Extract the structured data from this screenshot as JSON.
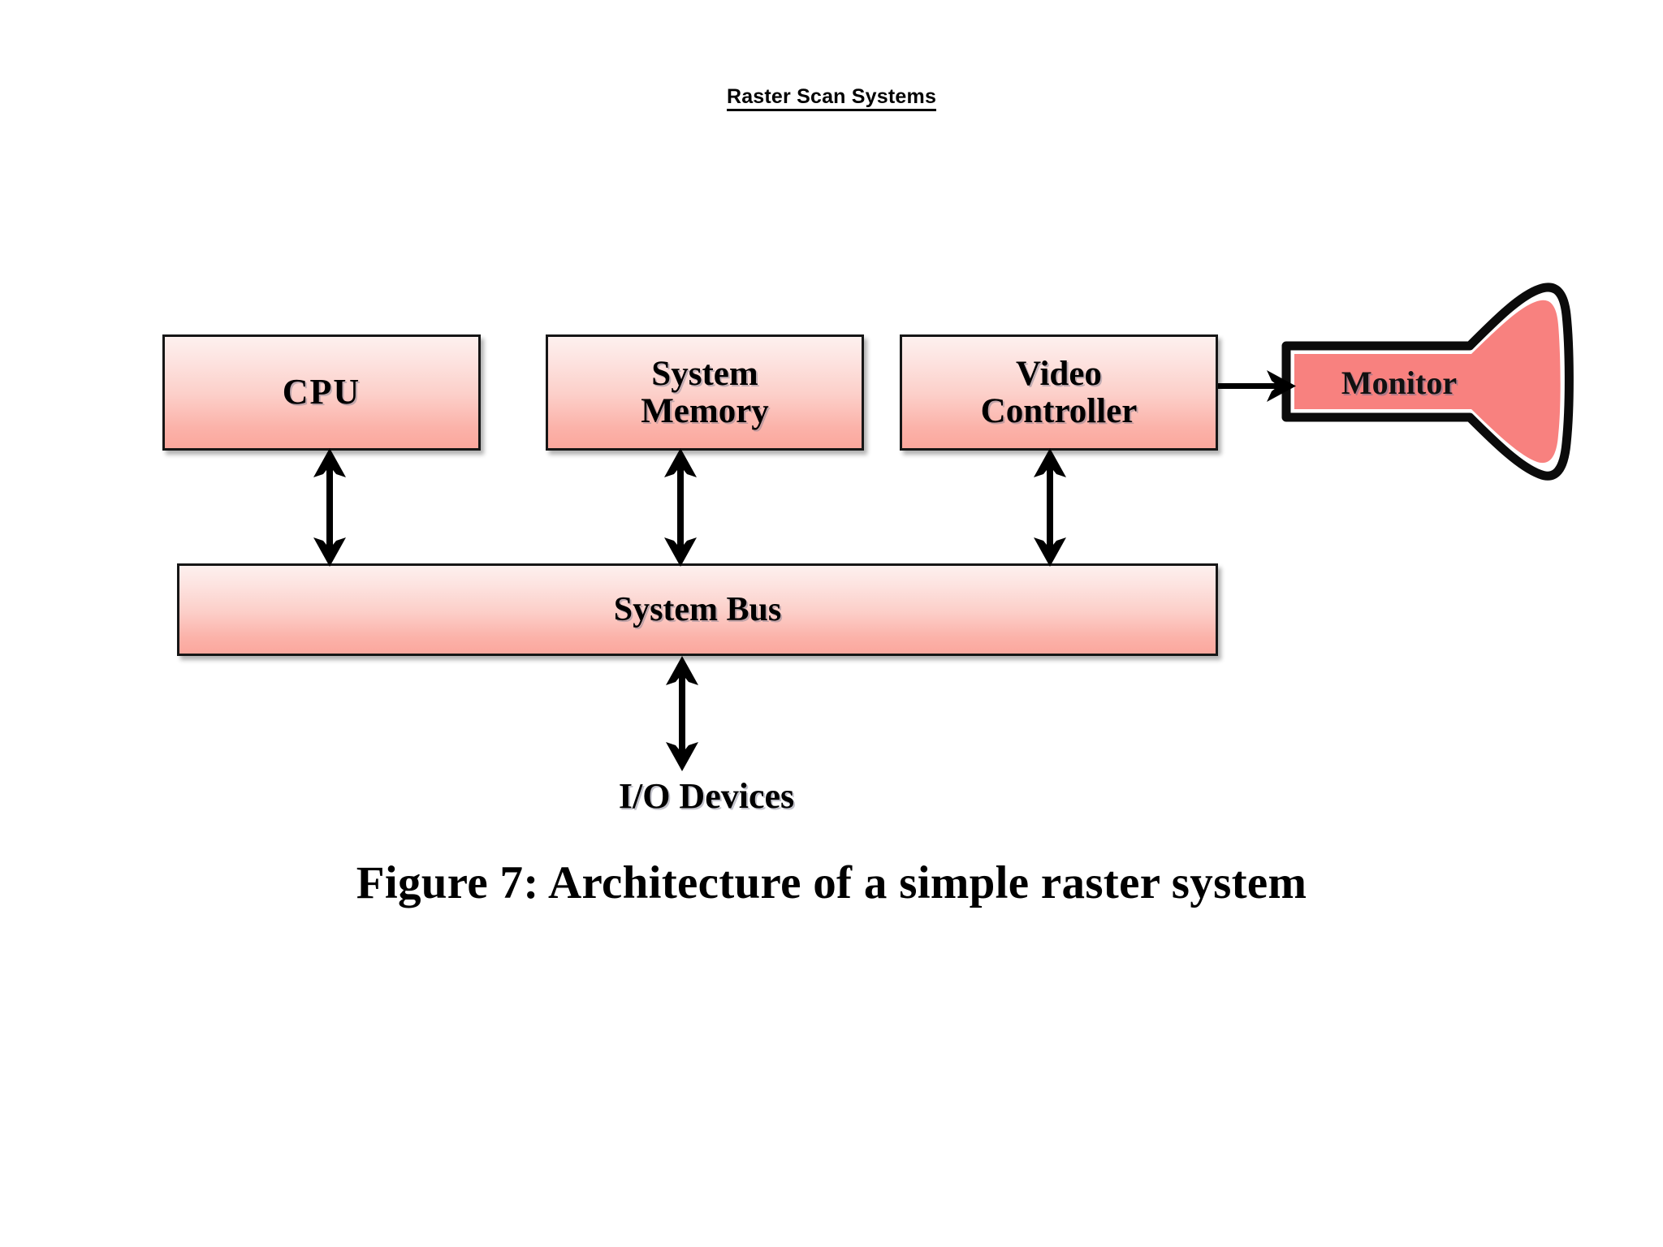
{
  "page": {
    "title": "Raster Scan Systems ",
    "background_color": "#ffffff"
  },
  "diagram": {
    "type": "block-diagram",
    "caption": "Figure 7: Architecture of a simple raster system",
    "palette": {
      "box_fill_top": "#fdf0ee",
      "box_fill_bottom": "#fba79d",
      "box_border": "#161616",
      "monitor_fill": "#f8817f",
      "monitor_outline": "#000000",
      "text_color": "#000000"
    },
    "nodes": [
      {
        "id": "cpu",
        "label": "CPU",
        "shape": "rectangle"
      },
      {
        "id": "system_memory",
        "label": "System\nMemory",
        "shape": "rectangle"
      },
      {
        "id": "video_controller",
        "label": "Video\nController",
        "shape": "rectangle"
      },
      {
        "id": "system_bus",
        "label": "System Bus",
        "shape": "rectangle"
      },
      {
        "id": "monitor",
        "label": "Monitor",
        "shape": "crt-funnel"
      },
      {
        "id": "io_devices",
        "label": "I/O Devices",
        "shape": "text"
      }
    ],
    "edges": [
      {
        "from": "cpu",
        "to": "system_bus",
        "direction": "bidirectional",
        "orientation": "vertical"
      },
      {
        "from": "system_memory",
        "to": "system_bus",
        "direction": "bidirectional",
        "orientation": "vertical"
      },
      {
        "from": "video_controller",
        "to": "system_bus",
        "direction": "bidirectional",
        "orientation": "vertical"
      },
      {
        "from": "system_bus",
        "to": "io_devices",
        "direction": "bidirectional",
        "orientation": "vertical"
      },
      {
        "from": "video_controller",
        "to": "monitor",
        "direction": "unidirectional",
        "orientation": "horizontal"
      }
    ]
  }
}
